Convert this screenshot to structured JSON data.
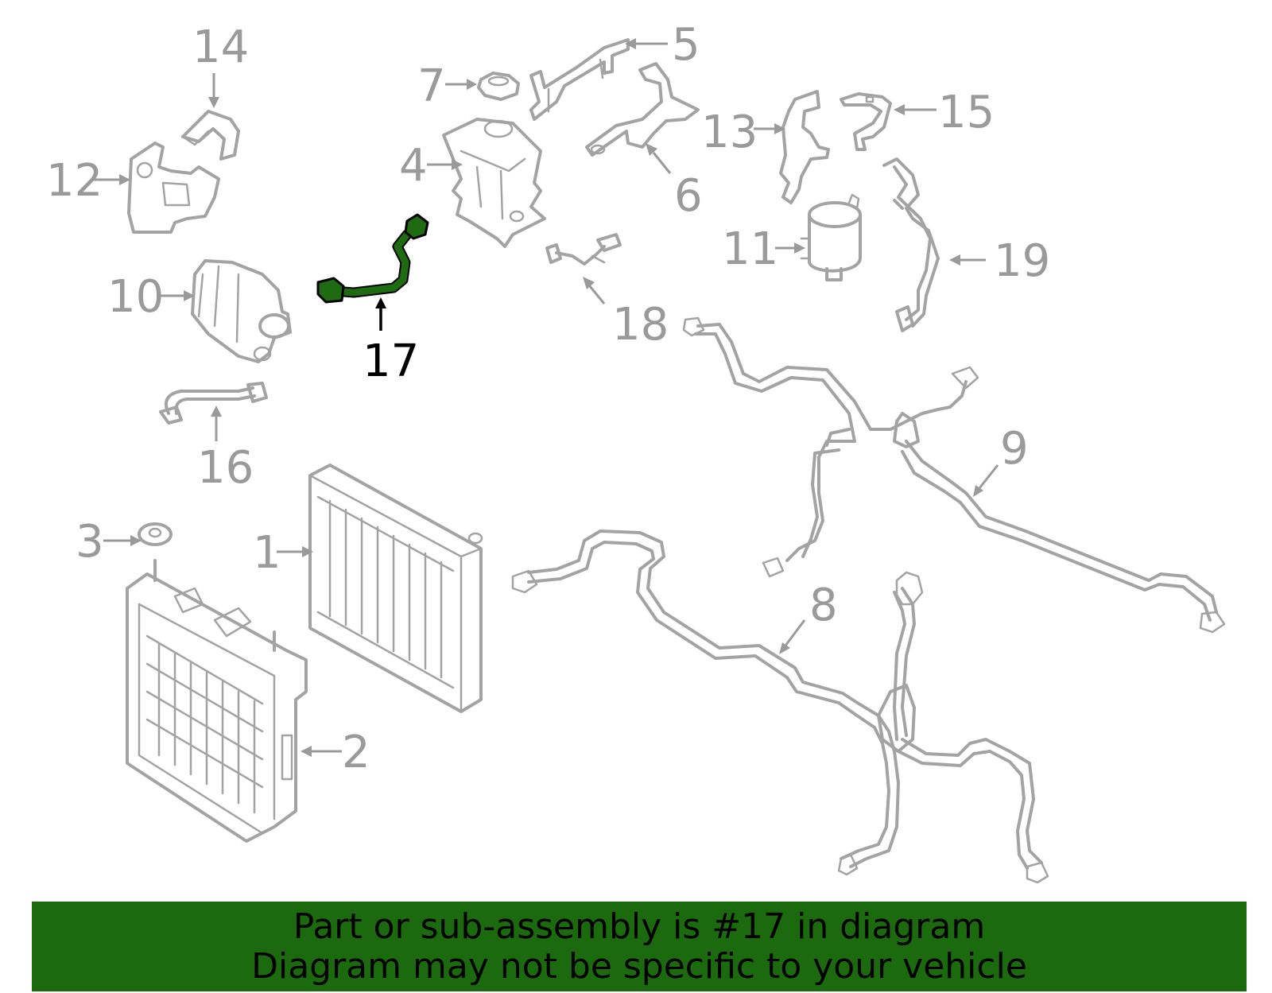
{
  "diagram": {
    "highlight_color": "#1c6a0e",
    "callouts": [
      {
        "id": "1",
        "text": "1"
      },
      {
        "id": "2",
        "text": "2"
      },
      {
        "id": "3",
        "text": "3"
      },
      {
        "id": "4",
        "text": "4"
      },
      {
        "id": "5",
        "text": "5"
      },
      {
        "id": "6",
        "text": "6"
      },
      {
        "id": "7",
        "text": "7"
      },
      {
        "id": "8",
        "text": "8"
      },
      {
        "id": "9",
        "text": "9"
      },
      {
        "id": "10",
        "text": "10"
      },
      {
        "id": "11",
        "text": "11"
      },
      {
        "id": "12",
        "text": "12"
      },
      {
        "id": "13",
        "text": "13"
      },
      {
        "id": "14",
        "text": "14"
      },
      {
        "id": "15",
        "text": "15"
      },
      {
        "id": "16",
        "text": "16"
      },
      {
        "id": "17",
        "text": "17"
      },
      {
        "id": "18",
        "text": "18"
      },
      {
        "id": "19",
        "text": "19"
      }
    ]
  },
  "banner": {
    "line1": "Part or sub-assembly is #17 in diagram",
    "line2": "Diagram may not be specific to your vehicle",
    "background": "#1c6a0e"
  }
}
